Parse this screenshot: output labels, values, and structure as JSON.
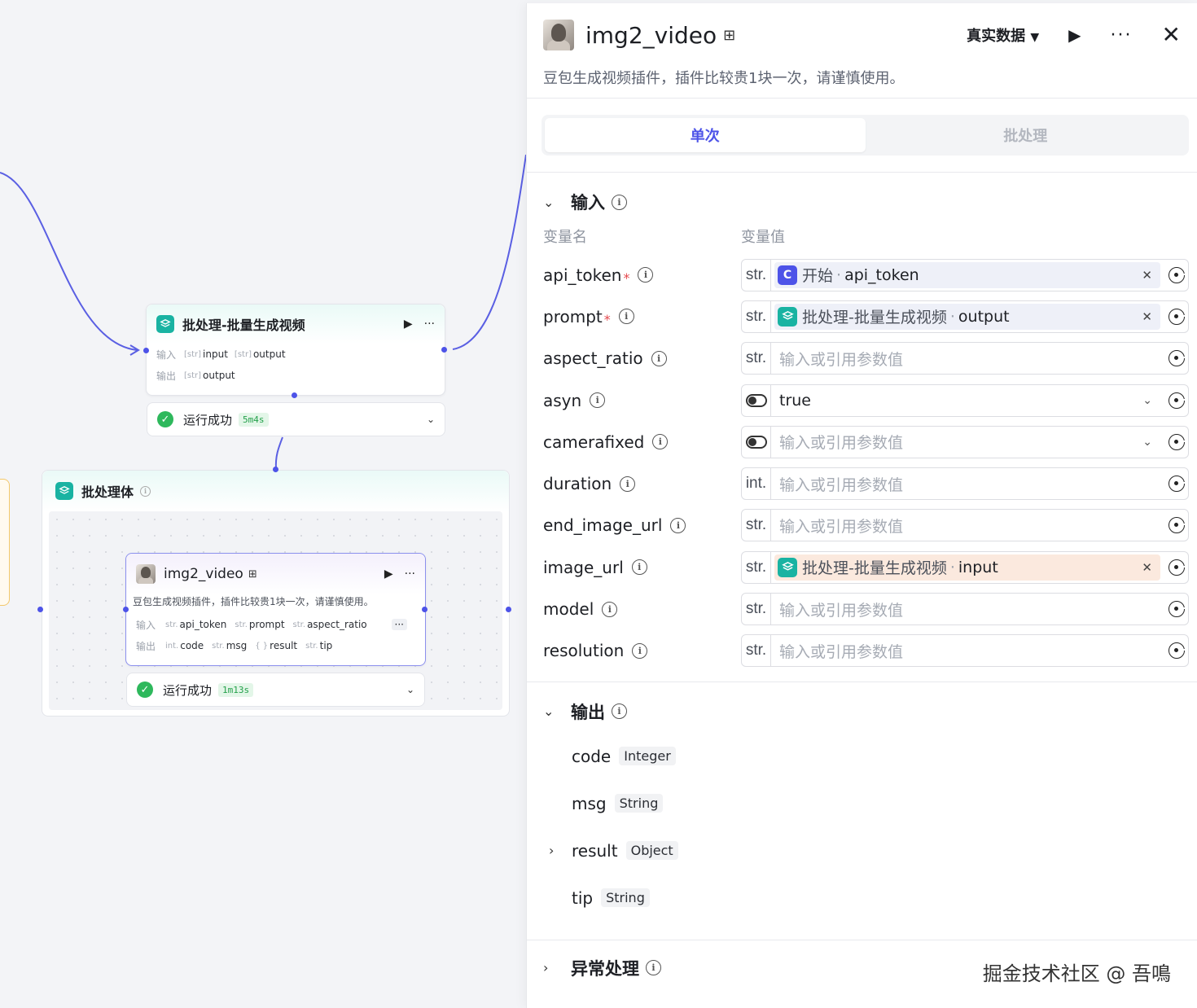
{
  "canvas": {
    "batch_node": {
      "title": "批处理-批量生成视频",
      "input_label": "输入",
      "output_label": "输出",
      "inputs": [
        {
          "type": "[str]",
          "name": "input"
        },
        {
          "type": "[str]",
          "name": "output"
        }
      ],
      "outputs": [
        {
          "type": "[str]",
          "name": "output"
        }
      ],
      "status": "运行成功",
      "duration": "5m4s"
    },
    "group": {
      "title": "批处理体"
    },
    "inner_node": {
      "title": "img2_video",
      "description": "豆包生成视频插件，插件比较贵1块一次，请谨慎使用。",
      "input_label": "输入",
      "output_label": "输出",
      "inputs": [
        {
          "type": "str.",
          "name": "api_token"
        },
        {
          "type": "str.",
          "name": "prompt"
        },
        {
          "type": "str.",
          "name": "aspect_ratio"
        }
      ],
      "outputs": [
        {
          "type": "int.",
          "name": "code"
        },
        {
          "type": "str.",
          "name": "msg"
        },
        {
          "type": "{ }",
          "name": "result"
        },
        {
          "type": "str.",
          "name": "tip"
        }
      ],
      "more": "···",
      "status": "运行成功",
      "duration": "1m13s"
    }
  },
  "panel": {
    "title": "img2_video",
    "data_mode": "真实数据",
    "description": "豆包生成视频插件，插件比较贵1块一次，请谨慎使用。",
    "tabs": {
      "single": "单次",
      "batch": "批处理"
    },
    "input_section": {
      "title": "输入",
      "col_name": "变量名",
      "col_value": "变量值",
      "placeholder": "输入或引用参数值",
      "params": [
        {
          "name": "api_token",
          "required": true,
          "type": "str.",
          "ref_source": "开始",
          "ref_var": "api_token",
          "ref_icon": "start"
        },
        {
          "name": "prompt",
          "required": true,
          "type": "str.",
          "ref_source": "批处理-批量生成视频",
          "ref_var": "output",
          "ref_icon": "batch"
        },
        {
          "name": "aspect_ratio",
          "required": false,
          "type": "str."
        },
        {
          "name": "asyn",
          "required": false,
          "type": "bool",
          "value": "true"
        },
        {
          "name": "camerafixed",
          "required": false,
          "type": "bool"
        },
        {
          "name": "duration",
          "required": false,
          "type": "int."
        },
        {
          "name": "end_image_url",
          "required": false,
          "type": "str."
        },
        {
          "name": "image_url",
          "required": false,
          "type": "str.",
          "ref_source": "批处理-批量生成视频",
          "ref_var": "input",
          "ref_icon": "batch",
          "highlight": true
        },
        {
          "name": "model",
          "required": false,
          "type": "str."
        },
        {
          "name": "resolution",
          "required": false,
          "type": "str."
        }
      ]
    },
    "output_section": {
      "title": "输出",
      "items": [
        {
          "name": "code",
          "type": "Integer"
        },
        {
          "name": "msg",
          "type": "String"
        },
        {
          "name": "result",
          "type": "Object",
          "expandable": true
        },
        {
          "name": "tip",
          "type": "String"
        }
      ]
    },
    "exception_section": {
      "title": "异常处理"
    }
  },
  "watermark": "掘金技术社区 @ 吾鳴"
}
